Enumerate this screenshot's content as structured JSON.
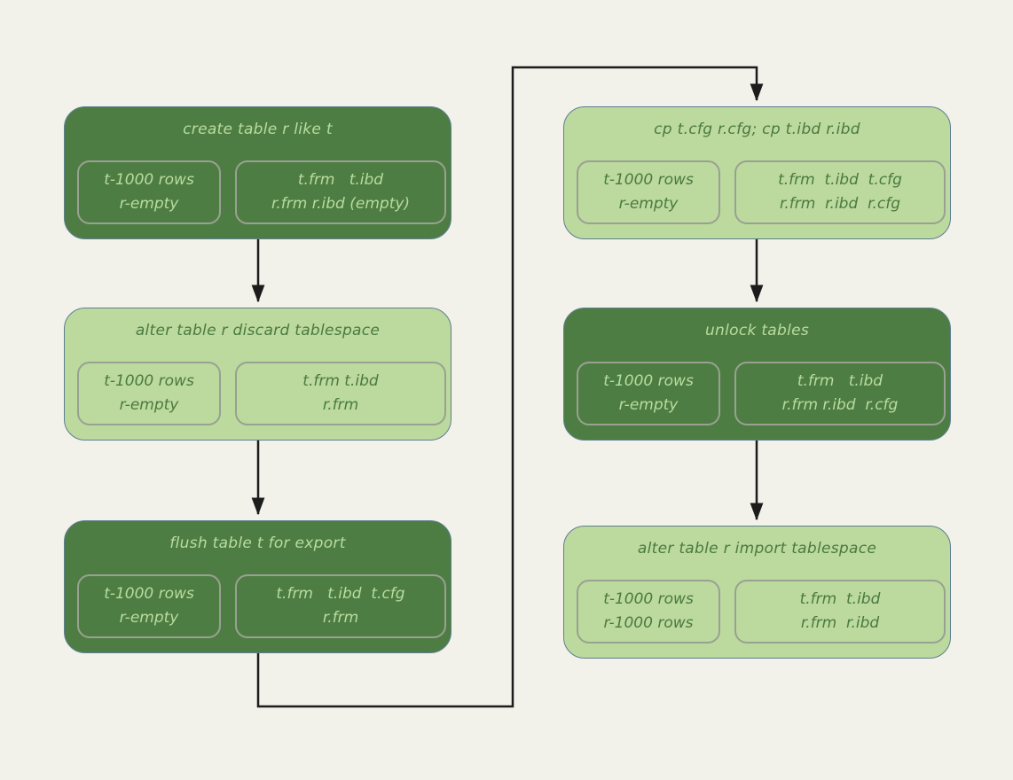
{
  "colors": {
    "background": "#f2f1ea",
    "node_dark_green": "#4e7d43",
    "node_light_green": "#bcd99e",
    "node_border": "#5d7f92",
    "inner_box_border": "#99a192",
    "text_on_dark": "#b9dc9e",
    "text_on_light": "#4a7a3f",
    "arrow": "#1c1c1c"
  },
  "nodes": [
    {
      "id": "create-table",
      "variant": "dark",
      "title": "create table r like t",
      "state": [
        "t-1000 rows",
        "r-empty"
      ],
      "files": [
        "t.frm   t.ibd",
        "r.frm r.ibd (empty)"
      ]
    },
    {
      "id": "discard-tablespace",
      "variant": "light",
      "title": "alter table r discard tablespace",
      "state": [
        "t-1000 rows",
        "r-empty"
      ],
      "files": [
        "t.frm t.ibd",
        "r.frm"
      ]
    },
    {
      "id": "flush-table",
      "variant": "dark",
      "title": "flush table t for export",
      "state": [
        "t-1000 rows",
        "r-empty"
      ],
      "files": [
        "t.frm   t.ibd  t.cfg",
        "r.frm"
      ]
    },
    {
      "id": "copy-files",
      "variant": "light",
      "title": "cp t.cfg r.cfg; cp t.ibd r.ibd",
      "state": [
        "t-1000 rows",
        "r-empty"
      ],
      "files": [
        "t.frm  t.ibd  t.cfg",
        "r.frm  r.ibd  r.cfg"
      ]
    },
    {
      "id": "unlock-tables",
      "variant": "dark",
      "title": "unlock tables",
      "state": [
        "t-1000 rows",
        "r-empty"
      ],
      "files": [
        "t.frm   t.ibd",
        "r.frm r.ibd  r.cfg"
      ]
    },
    {
      "id": "import-tablespace",
      "variant": "light",
      "title": "alter table r import tablespace",
      "state": [
        "t-1000 rows",
        "r-1000 rows"
      ],
      "files": [
        "t.frm  t.ibd",
        "r.frm  r.ibd"
      ]
    }
  ],
  "edges": [
    {
      "from": "create-table",
      "to": "discard-tablespace"
    },
    {
      "from": "discard-tablespace",
      "to": "flush-table"
    },
    {
      "from": "flush-table",
      "to": "copy-files"
    },
    {
      "from": "copy-files",
      "to": "unlock-tables"
    },
    {
      "from": "unlock-tables",
      "to": "import-tablespace"
    }
  ]
}
